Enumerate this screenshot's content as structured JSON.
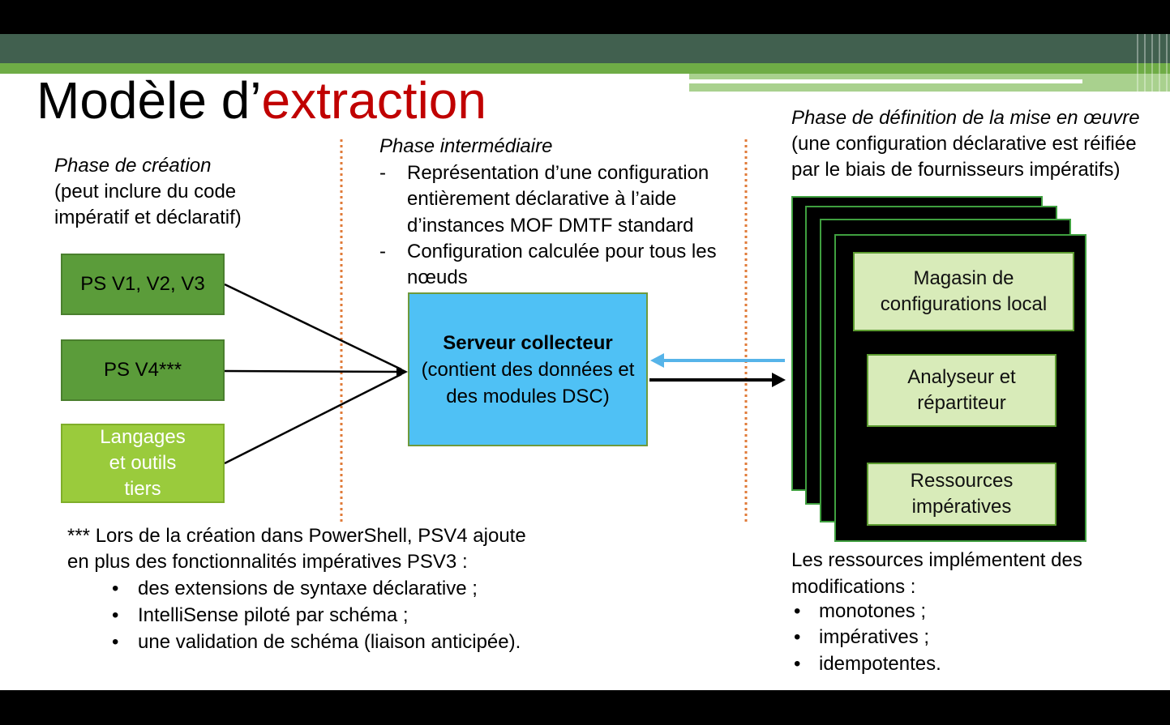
{
  "slide": {
    "title_main": "Modèle d’",
    "title_accent": "extraction"
  },
  "colors": {
    "title_accent": "#c00000",
    "header_band": "#41604f",
    "header_stripe": "#6fac46",
    "source_box_dark": "#5b9c3a",
    "source_box_light": "#9acb3c",
    "server_box": "#4fc1f5",
    "node_stack": "#000000",
    "node_stack_border": "#3f9f3f",
    "node_component": "#d8ebb9",
    "phase_divider": "#e07b39",
    "pull_arrow": "#56b4e9",
    "push_arrow": "#000000"
  },
  "markers": {
    "dash": "-",
    "bullet": "•"
  },
  "creation_phase": {
    "heading": "Phase de création",
    "lines": [
      "(peut inclure du code",
      "impératif et déclaratif)"
    ]
  },
  "sources": [
    {
      "lines": [
        "PS V1, V2, V3"
      ]
    },
    {
      "lines": [
        "PS V4***"
      ]
    },
    {
      "lines": [
        "Langages",
        "et outils",
        "tiers"
      ]
    }
  ],
  "intermediate_phase": {
    "heading": "Phase intermédiaire",
    "bullets": [
      [
        "Représentation d’une configuration",
        "entièrement déclarative à l’aide",
        "d’instances MOF DMTF standard"
      ],
      [
        "Configuration calculée pour tous les",
        "nœuds"
      ]
    ]
  },
  "server": {
    "title": "Serveur collecteur",
    "lines": [
      "(contient des données et",
      "des modules DSC)"
    ]
  },
  "implementation_phase": {
    "heading": "Phase de définition de la mise en œuvre",
    "lines": [
      "(une configuration déclarative est réifiée",
      "par le biais de fournisseurs impératifs)"
    ]
  },
  "node_components": [
    {
      "lines": [
        "Magasin de",
        "configurations local"
      ]
    },
    {
      "lines": [
        "Analyseur et",
        "répartiteur"
      ]
    },
    {
      "lines": [
        "Ressources",
        "impératives"
      ]
    }
  ],
  "resources_note": {
    "lines": [
      "Les ressources implémentent des",
      "modifications :"
    ],
    "bullets": [
      "monotones ;",
      "impératives ;",
      "idempotentes."
    ]
  },
  "footnote": {
    "lines": [
      "*** Lors de la création dans PowerShell, PSV4 ajoute",
      "en plus des fonctionnalités impératives PSV3 :"
    ],
    "bullets": [
      "des extensions de syntaxe déclarative ;",
      "IntelliSense piloté par schéma ;",
      "une validation de schéma (liaison anticipée)."
    ]
  }
}
